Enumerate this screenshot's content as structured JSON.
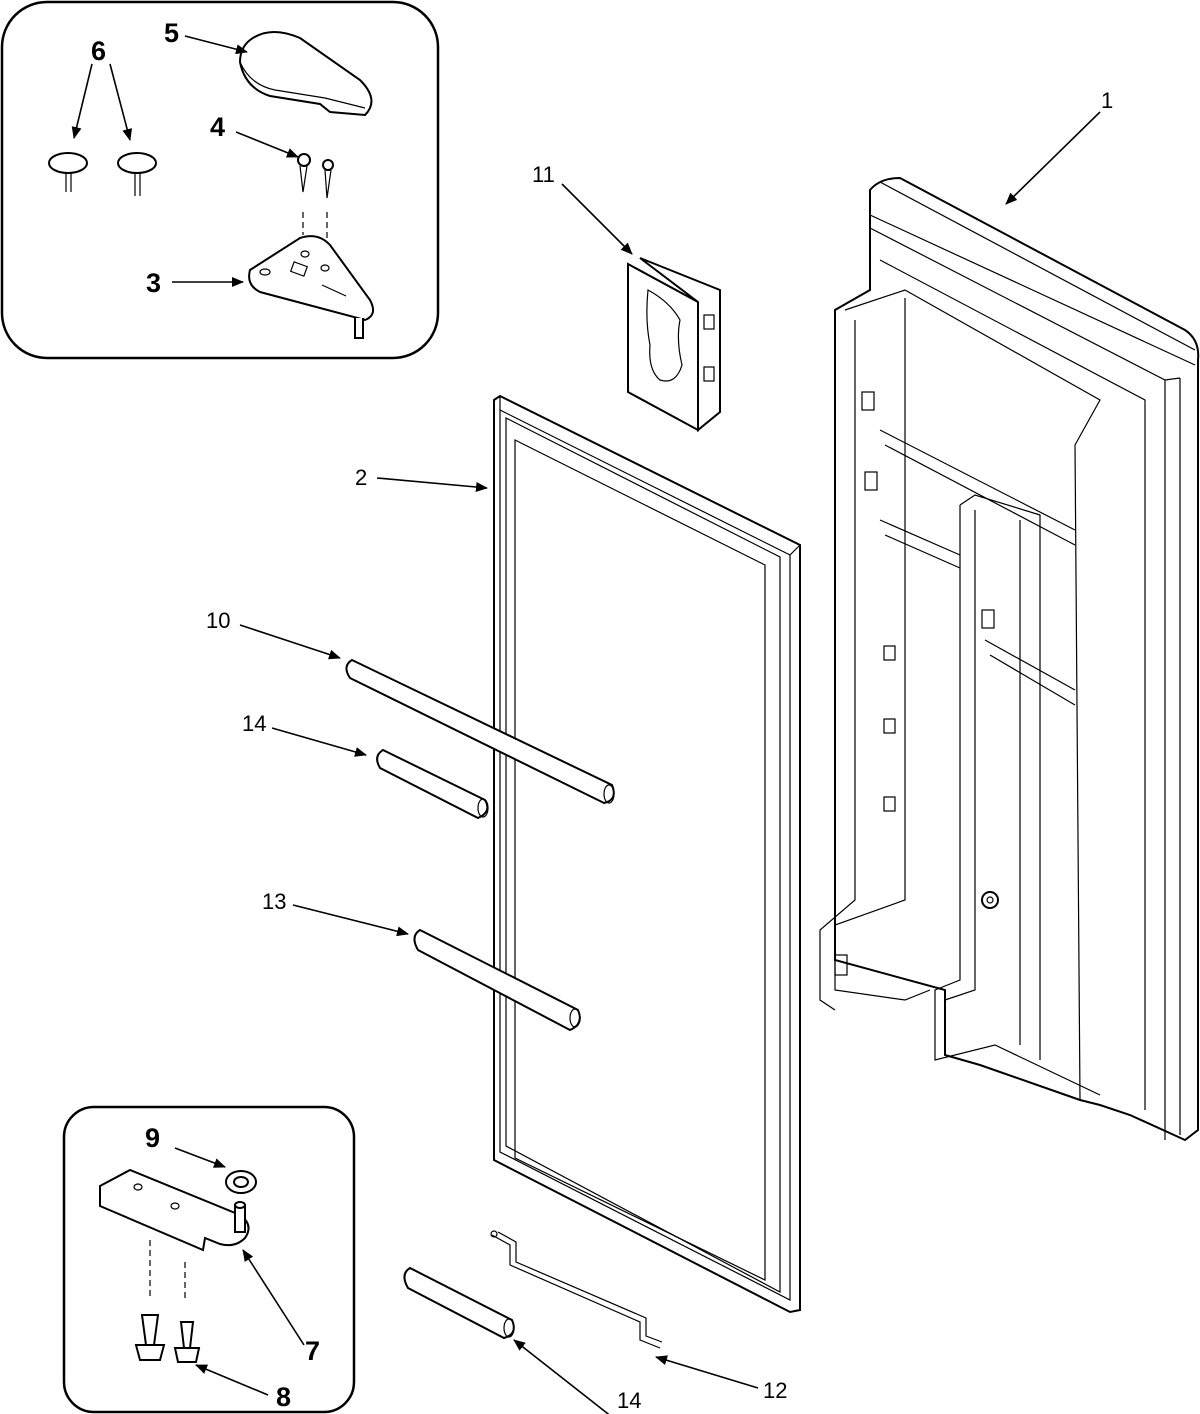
{
  "callouts": {
    "c1": "1",
    "c2": "2",
    "c3": "3",
    "c4": "4",
    "c5": "5",
    "c6": "6",
    "c7": "7",
    "c8": "8",
    "c9": "9",
    "c10": "10",
    "c11": "11",
    "c12": "12",
    "c13": "13",
    "c14a": "14",
    "c14b": "14"
  },
  "colors": {
    "line": "#000000",
    "background": "#ffffff"
  }
}
